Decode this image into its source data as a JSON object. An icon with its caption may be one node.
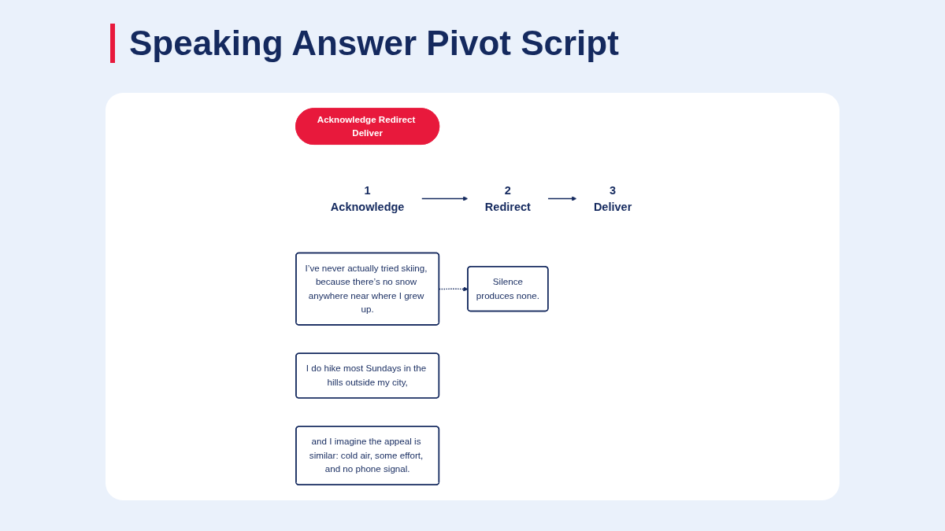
{
  "diagram": {
    "title": "Speaking Answer Pivot Script",
    "nodes": [
      {
        "text": [
          "Acknowledge Redirect Deliver"
        ]
      },
      {
        "text": [
          "1",
          "Acknowledge"
        ]
      },
      {
        "text": [
          "I’ve never actually tried skiing, because there’s no snow anywhere near where I grew up."
        ]
      },
      {
        "text": [
          "2",
          "Redirect"
        ]
      },
      {
        "text": [
          "I do hike most Sundays in the hills outside my city,"
        ]
      },
      {
        "text": [
          "3",
          "Deliver"
        ]
      },
      {
        "text": [
          "and I imagine the appeal is similar: cold air, some effort, and no phone signal."
        ]
      },
      {
        "text": [
          "Silence",
          "produces none."
        ]
      }
    ],
    "edges": [
      {
        "from": 1,
        "to": 3,
        "arrow": "to"
      },
      {
        "from": 3,
        "to": 5,
        "arrow": "to"
      },
      {
        "from": 2,
        "to": 7,
        "arrow": "to",
        "style": "dashed"
      }
    ]
  }
}
